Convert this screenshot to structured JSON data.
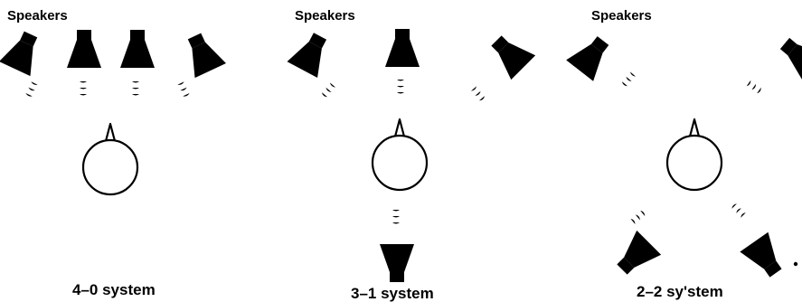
{
  "panels": [
    {
      "heading": "Speakers",
      "caption": "4–0 system"
    },
    {
      "heading": "Speakers",
      "caption": "3–1 system"
    },
    {
      "heading": "Speakers",
      "caption": "2–2 sy'stem"
    }
  ]
}
